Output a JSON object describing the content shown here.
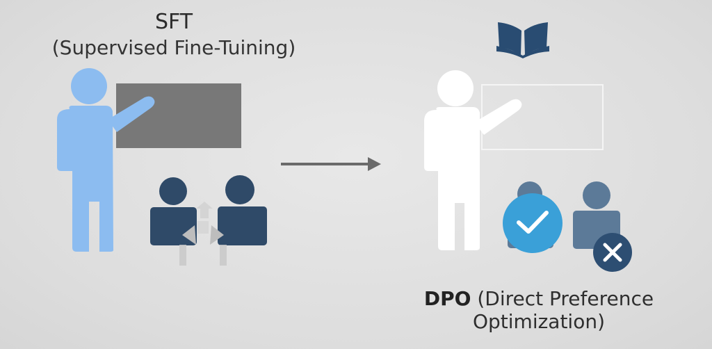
{
  "sft": {
    "title": "SFT",
    "subtitle": "(Supervised Fine-Tuining)"
  },
  "dpo": {
    "abbr": "DPO",
    "expansion_line1": " (Direct Preference",
    "expansion_line2": "Optimization)"
  },
  "icons": {
    "book": "book-icon",
    "checkmark": "checkmark-icon",
    "cross": "cross-icon",
    "arrow": "arrow-right-icon"
  },
  "colors": {
    "teacher_blue": "#8cbcf0",
    "board_dark": "#787878",
    "student_navy": "#2f4a68",
    "student_slate": "#5c7a98",
    "check_circle": "#3aa0d8",
    "cross_circle": "#2d4e72",
    "book_navy": "#294c72",
    "arrow_gray": "#6a6a6a",
    "teacher_white": "#ffffff"
  }
}
